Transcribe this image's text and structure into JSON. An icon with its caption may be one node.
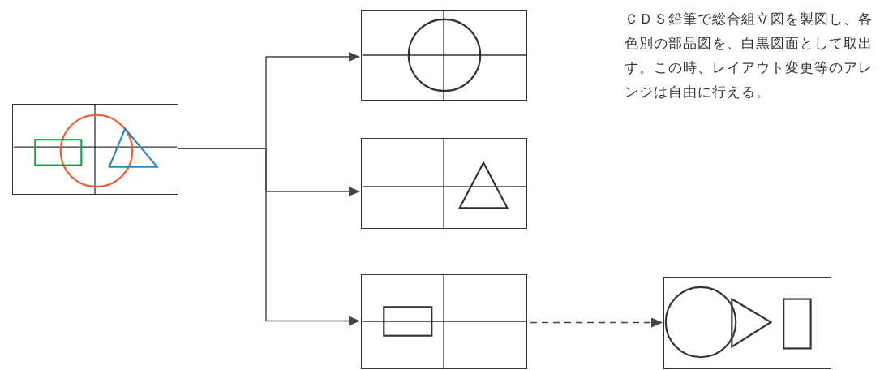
{
  "diagram": {
    "nodes": [
      {
        "text": [],
        "shape": "picture"
      },
      {
        "text": [],
        "shape": "picture"
      },
      {
        "text": [],
        "shape": "picture"
      },
      {
        "text": [],
        "shape": "picture"
      },
      {
        "text": [],
        "shape": "picture"
      }
    ],
    "edges": [
      {
        "from": 0,
        "to": 1,
        "arrow": "to"
      },
      {
        "from": 0,
        "to": 2,
        "arrow": "to"
      },
      {
        "from": 0,
        "to": 3,
        "arrow": "to"
      },
      {
        "from": 3,
        "to": 4,
        "arrow": "to",
        "style": "dashed"
      }
    ],
    "labels": [
      "ＣＤＳ鉛筆で総合組立図を製図し、各色別の部品図を、白黒図面として取出す。この時、レイアウト変更等のアレンジは自由に行える。"
    ]
  }
}
